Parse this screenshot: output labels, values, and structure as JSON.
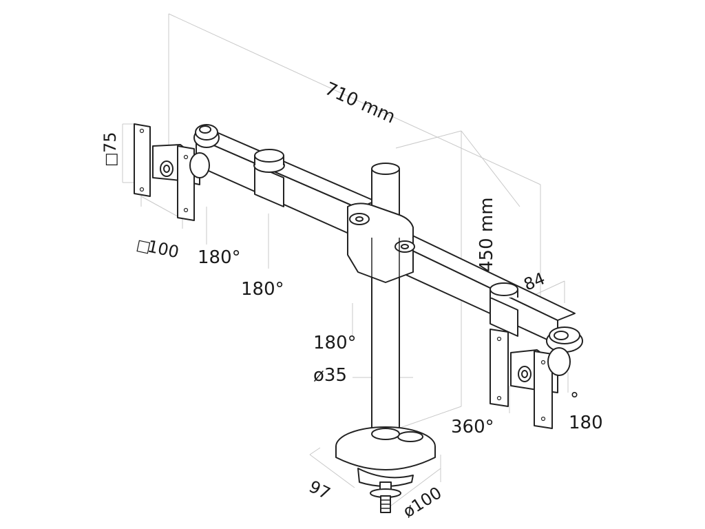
{
  "labels": {
    "width": "710 mm",
    "height": "450 mm",
    "vesa_small": "75",
    "vesa_large": "100",
    "vesa_symbol": "□",
    "rot_arm_left": "180°",
    "rot_joint_left": "180°",
    "rot_pole": "180°",
    "pole_diameter": "ø35",
    "rot_arm_right": "360°",
    "rot_plate_right_deg": "°",
    "rot_plate_right_val": "180",
    "arm_depth": "84",
    "clamp_depth": "97",
    "base_diameter": "ø100"
  }
}
